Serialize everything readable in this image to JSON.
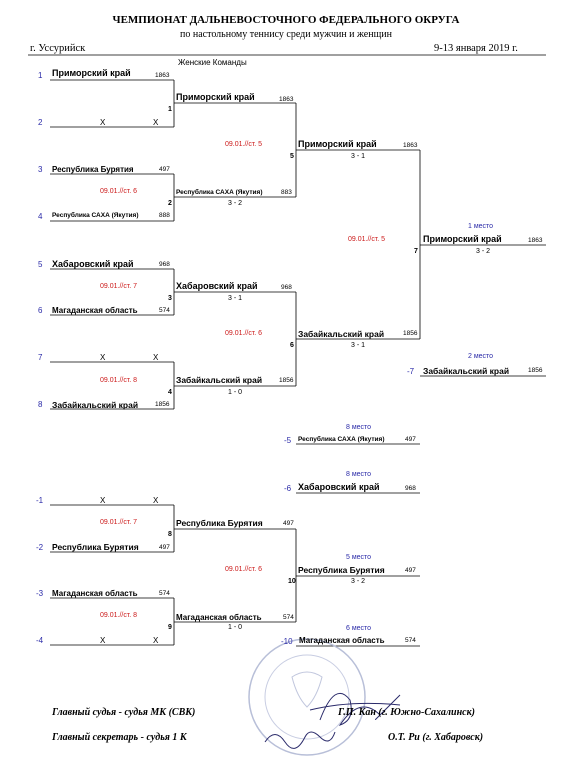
{
  "header": {
    "title": "ЧЕМПИОНАТ ДАЛЬНЕВОСТОЧНОГО ФЕДЕРАЛЬНОГО ОКРУГА",
    "subtitle": "по настольному теннису среди мужчин и женщин",
    "city": "г. Уссурийск",
    "dates": "9-13 января 2019 г.",
    "category": "Женские Команды"
  },
  "bracket": {
    "seeds": [
      "1",
      "2",
      "3",
      "4",
      "5",
      "6",
      "7",
      "8"
    ],
    "r1": [
      {
        "name": "Приморский край",
        "rating": "1863"
      },
      {
        "name": "X",
        "rating": "X"
      },
      {
        "name": "Республика Бурятия",
        "rating": "497"
      },
      {
        "name": "Республика САХА (Якутия)",
        "rating": "888"
      },
      {
        "name": "Хабаровский край",
        "rating": "968"
      },
      {
        "name": "Магаданская область",
        "rating": "574"
      },
      {
        "name": "X",
        "rating": "X"
      },
      {
        "name": "Забайкальский край",
        "rating": "1856"
      }
    ],
    "r2": [
      {
        "match": "1",
        "name": "Приморский край",
        "rating": "1863",
        "score": ""
      },
      {
        "match": "2",
        "name": "Республика САХА (Якутия)",
        "rating": "883",
        "score": "3 - 2",
        "date": "09.01.//ст. 6"
      },
      {
        "match": "3",
        "name": "Хабаровский край",
        "rating": "968",
        "score": "3 - 1",
        "date": "09.01.//ст. 7"
      },
      {
        "match": "4",
        "name": "Забайкальский край",
        "rating": "1856",
        "score": "1 - 0",
        "date": "09.01.//ст. 8"
      }
    ],
    "r3": [
      {
        "match": "5",
        "name": "Приморский край",
        "rating": "1863",
        "score": "3 - 1",
        "date": "09.01.//ст. 5"
      },
      {
        "match": "6",
        "name": "Забайкальский край",
        "rating": "1856",
        "score": "3 - 1",
        "date": "09.01.//ст. 6"
      }
    ],
    "final": {
      "match": "7",
      "name": "Приморский край",
      "rating": "1863",
      "score": "3 - 2",
      "date": "09.01.//ст. 5",
      "place": "1 место"
    },
    "second": {
      "seed": "-7",
      "name": "Забайкальский край",
      "rating": "1856",
      "place": "2 место"
    },
    "loser5": {
      "seed": "-5",
      "name": "Республика САХА (Якутия)",
      "rating": "497",
      "place": "8 место"
    },
    "loser6": {
      "seed": "-6",
      "name": "Хабаровский край",
      "rating": "968",
      "place": "8 место"
    }
  },
  "consolation": {
    "seeds": [
      "-1",
      "-2",
      "-3",
      "-4"
    ],
    "r1": [
      {
        "name": "X",
        "rating": "X"
      },
      {
        "name": "Республика Бурятия",
        "rating": "497"
      },
      {
        "name": "Магаданская область",
        "rating": "574"
      },
      {
        "name": "X",
        "rating": "X"
      }
    ],
    "r2": [
      {
        "match": "8",
        "name": "Республика Бурятия",
        "rating": "497",
        "score": "",
        "date": "09.01.//ст. 7"
      },
      {
        "match": "9",
        "name": "Магаданская область",
        "rating": "574",
        "score": "1 - 0",
        "date": "09.01.//ст. 8"
      }
    ],
    "final": {
      "match": "10",
      "name": "Республика Бурятия",
      "rating": "497",
      "score": "3 - 2",
      "date": "09.01.//ст. 6",
      "place": "5 место"
    },
    "loser": {
      "seed": "-10",
      "name": "Магаданская область",
      "rating": "574",
      "place": "6 место"
    }
  },
  "signatures": {
    "judge_title": "Главный судья - судья МК (СВК)",
    "judge_name": "Г.П. Кан (г. Южно-Сахалинск)",
    "secretary_title": "Главный секретарь - судья 1 К",
    "secretary_name": "О.Т. Ри (г. Хабаровск)"
  },
  "colors": {
    "seed": "#2a2aa8",
    "date": "#cc1a1a",
    "place": "#2a2aa8"
  }
}
